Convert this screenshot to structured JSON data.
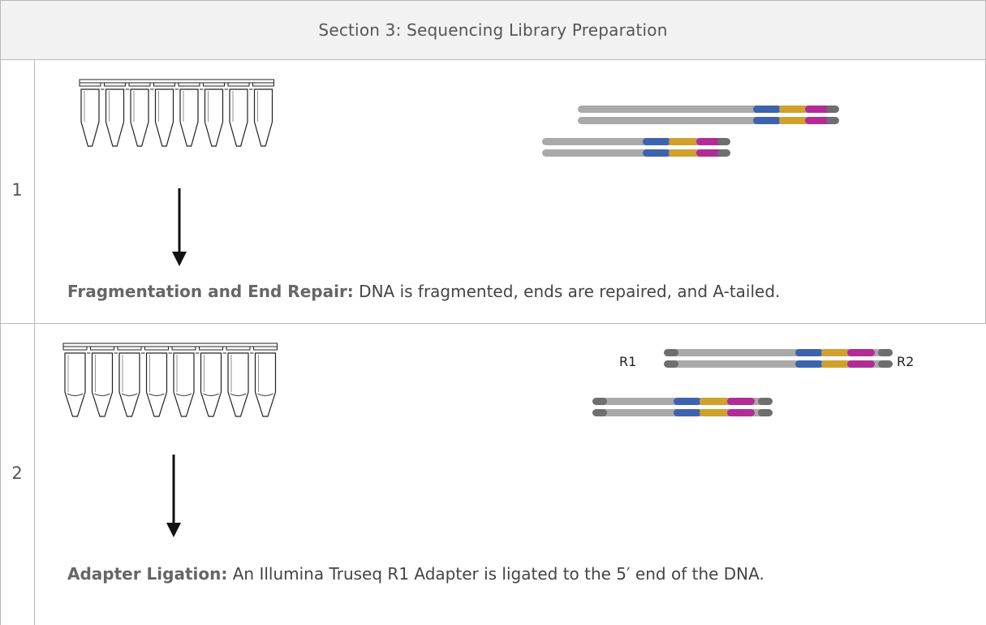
{
  "header": {
    "title": "Section 3: Sequencing Library Preparation"
  },
  "steps": [
    {
      "number": "1",
      "caption_bold": "Fragmentation and End Repair:",
      "caption_text": " DNA is fragmented, ends are repaired, and A-tailed."
    },
    {
      "number": "2",
      "caption_bold": "Adapter Ligation:",
      "caption_text": " An Illumina Truseq R1 Adapter is ligated to the 5′ end of the DNA.",
      "adapter_left": "R1",
      "adapter_right": "R2"
    }
  ],
  "colors": {
    "strand_gray": "#a9a9a9",
    "adapter_gray": "#6e6e6e",
    "segment_blue": "#3e63ad",
    "segment_gold": "#d0a12c",
    "segment_magenta": "#b22b96",
    "border": "#b8b8b8",
    "header_bg": "#f2f2f2"
  }
}
